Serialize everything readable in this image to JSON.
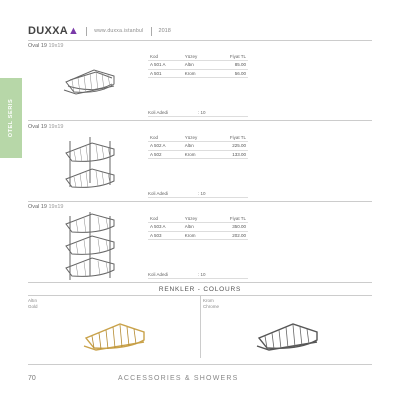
{
  "header": {
    "brand": "DUXXA",
    "url": "www.duxxa.istanbul",
    "year": "2018"
  },
  "side_tab": "OTEL SERIS",
  "sections": [
    {
      "title": "Oval 19",
      "size": "19x19",
      "table": {
        "headers": [
          "Kod",
          "Yüzey",
          "Fiyat TL"
        ],
        "rows": [
          [
            "A 501 A",
            "Altın",
            "85.00"
          ],
          [
            "A 501",
            "Krom",
            "56.00"
          ]
        ]
      },
      "koli_label": "Koli Adedi",
      "koli_value": ": 10"
    },
    {
      "title": "Oval 19",
      "size": "19x19",
      "table": {
        "headers": [
          "Kod",
          "Yüzey",
          "Fiyat TL"
        ],
        "rows": [
          [
            "A 502 A",
            "Altın",
            "225.00"
          ],
          [
            "A 502",
            "Krom",
            "133.00"
          ]
        ]
      },
      "koli_label": "Koli Adedi",
      "koli_value": ": 10"
    },
    {
      "title": "Oval 19",
      "size": "19x19",
      "table": {
        "headers": [
          "Kod",
          "Yüzey",
          "Fiyat TL"
        ],
        "rows": [
          [
            "A 503 A",
            "Altın",
            "350.00"
          ],
          [
            "A 503",
            "Krom",
            "202.00"
          ]
        ]
      },
      "koli_label": "Koli Adedi",
      "koli_value": ": 10"
    }
  ],
  "colours": {
    "heading": "RENKLER - COLOURS",
    "gold": {
      "label1": "Altın",
      "label2": "Gold",
      "color": "#c9a24a"
    },
    "chrome": {
      "label1": "Krom",
      "label2": "Chrome",
      "color": "#555555"
    }
  },
  "footer": {
    "page": "70",
    "title": "ACCESSORIES & SHOWERS"
  }
}
